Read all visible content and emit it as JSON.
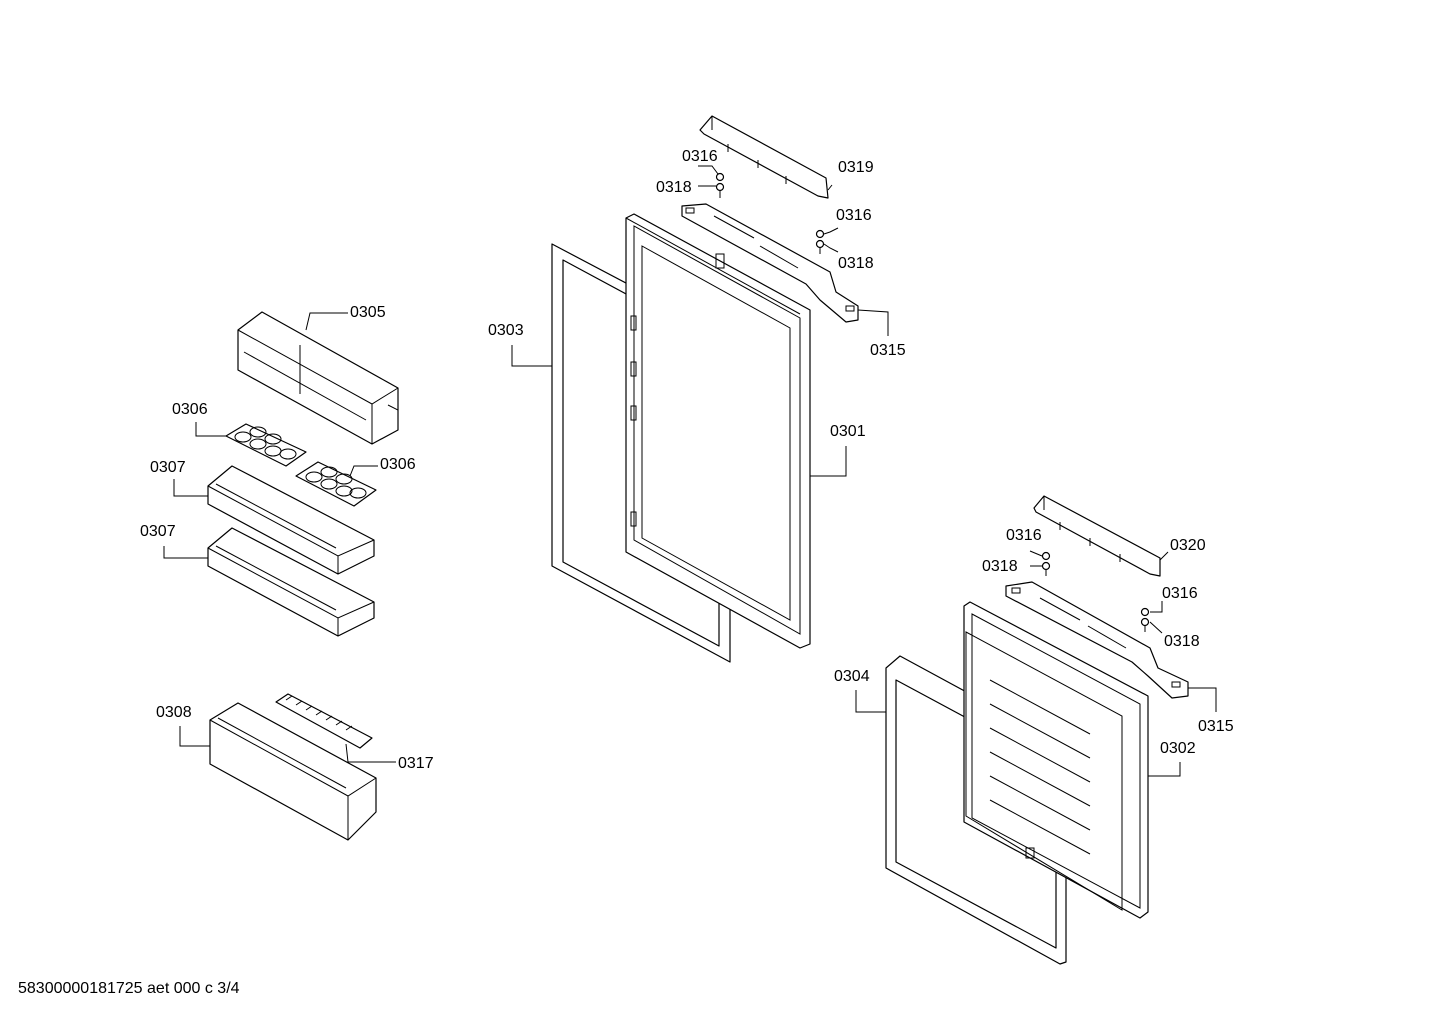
{
  "labels": {
    "p0301": "0301",
    "p0302": "0302",
    "p0303": "0303",
    "p0304": "0304",
    "p0305": "0305",
    "p0306a": "0306",
    "p0306b": "0306",
    "p0307a": "0307",
    "p0307b": "0307",
    "p0308": "0308",
    "p0315a": "0315",
    "p0315b": "0315",
    "p0316a": "0316",
    "p0316b": "0316",
    "p0316c": "0316",
    "p0316d": "0316",
    "p0317": "0317",
    "p0318a": "0318",
    "p0318b": "0318",
    "p0318c": "0318",
    "p0318d": "0318",
    "p0319": "0319",
    "p0320": "0320"
  },
  "footer": "58300000181725 aet 000 c 3/4"
}
